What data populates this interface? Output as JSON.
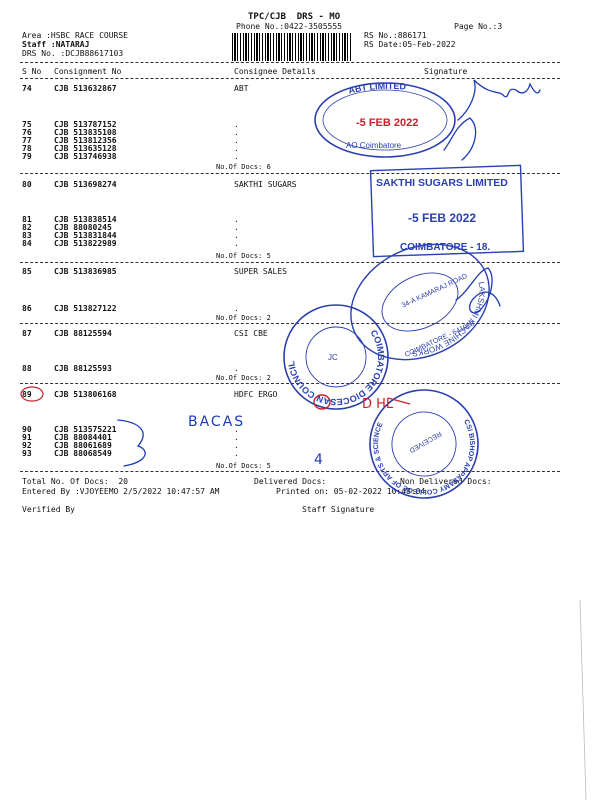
{
  "header": {
    "title": "TPC/CJB  DRS - MO",
    "phone": "Phone No.:0422-3505555",
    "page": "Page No.:3",
    "area": "Area :HSBC RACE COURSE",
    "staff": "Staff :NATARAJ",
    "drs_no": "DRS No. :DCJB88617103",
    "rs_no": "RS No.:886171",
    "rs_date": "RS Date:05-Feb-2022"
  },
  "columns": {
    "sno": "S No",
    "consignment": "Consignment No",
    "consignee": "Consignee Details",
    "signature": "Signature"
  },
  "rows": [
    {
      "sno": "74",
      "cn": "CJB 513632867",
      "consignee": "ABT"
    },
    {
      "sno": "75",
      "cn": "CJB 513787152",
      "consignee": "."
    },
    {
      "sno": "76",
      "cn": "CJB 513835108",
      "consignee": "."
    },
    {
      "sno": "77",
      "cn": "CJB 513812356",
      "consignee": "."
    },
    {
      "sno": "78",
      "cn": "CJB 513635128",
      "consignee": "."
    },
    {
      "sno": "79",
      "cn": "CJB 513746938",
      "consignee": "."
    },
    {
      "sno": "80",
      "cn": "CJB 513698274",
      "consignee": "SAKTHI SUGARS"
    },
    {
      "sno": "81",
      "cn": "CJB 513838514",
      "consignee": "."
    },
    {
      "sno": "82",
      "cn": "CJB 88080245",
      "consignee": "."
    },
    {
      "sno": "83",
      "cn": "CJB 513831844",
      "consignee": "."
    },
    {
      "sno": "84",
      "cn": "CJB 513822989",
      "consignee": "."
    },
    {
      "sno": "85",
      "cn": "CJB 513836985",
      "consignee": "SUPER SALES"
    },
    {
      "sno": "86",
      "cn": "CJB 513827122",
      "consignee": "."
    },
    {
      "sno": "87",
      "cn": "CJB 88125594",
      "consignee": "CSI CBE"
    },
    {
      "sno": "88",
      "cn": "CJB 88125593",
      "consignee": "."
    },
    {
      "sno": "89",
      "cn": "CJB 513806168",
      "consignee": "HDFC ERGO"
    },
    {
      "sno": "90",
      "cn": "CJB 513575221",
      "consignee": "."
    },
    {
      "sno": "91",
      "cn": "CJB 88084401",
      "consignee": "."
    },
    {
      "sno": "92",
      "cn": "CJB 88061689",
      "consignee": "."
    },
    {
      "sno": "93",
      "cn": "CJB 88068549",
      "consignee": "."
    }
  ],
  "group_counts": [
    "No.Of Docs: 6",
    "No.Of Docs: 5",
    "No.Of Docs: 2",
    "No.Of Docs: 2",
    "No.Of Docs: 5"
  ],
  "footer": {
    "total": "Total No. Of Docs:  20",
    "delivered": "Delivered Docs:",
    "non_delivered": "Non Delivered Docs:",
    "entered_by": "Entered By :VJOYEEMO 2/5/2022 10:47:57 AM",
    "printed_on": "Printed on: 05-02-2022 10:48:04",
    "verified_by": "Verified By",
    "staff_signature": "Staff Signature"
  },
  "stamps": {
    "abt_name": "ABT LIMITED",
    "abt_date": "-5 FEB 2022",
    "abt_city": "AO Coimbatore",
    "sakthi_name": "SAKTHI SUGARS LIMITED",
    "sakthi_date": "-5 FEB 2022",
    "sakthi_city": "COIMBATORE - 18.",
    "lakshmi_ring": "LAKSHMI MACHINE WORKS",
    "lakshmi_addr": "34-A KAMARAJ ROAD",
    "lakshmi_city": "COIMBATORE - 641018",
    "csi_ring": "COIMBATORE DIOCESAN COUNCIL",
    "csi_center": "JC",
    "college_ring": "CSI BISHOP APPASAMY COLLEGE OF ARTS & SCIENCE",
    "college_center": "RECEIVED"
  },
  "handwriting": {
    "bacas": "BACAS",
    "four": "4",
    "mark_89": "D HL"
  },
  "colors": {
    "stamp_blue": "#2a3fb0",
    "stamp_red": "#c8202a",
    "ink_blue": "#1d3bb5"
  }
}
